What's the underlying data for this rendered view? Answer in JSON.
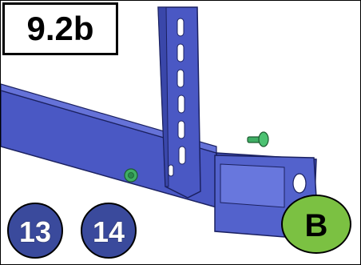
{
  "step": {
    "label": "9.2b"
  },
  "badges": [
    {
      "label": "13"
    },
    {
      "label": "14"
    }
  ],
  "callout": {
    "label": "B"
  },
  "colors": {
    "steel_blue": "#4a58c4",
    "steel_blue_dark": "#2f3a92",
    "badge_blue": "#3a4a9c",
    "bolt_green": "#3fae64",
    "callout_green": "#7bc142"
  }
}
